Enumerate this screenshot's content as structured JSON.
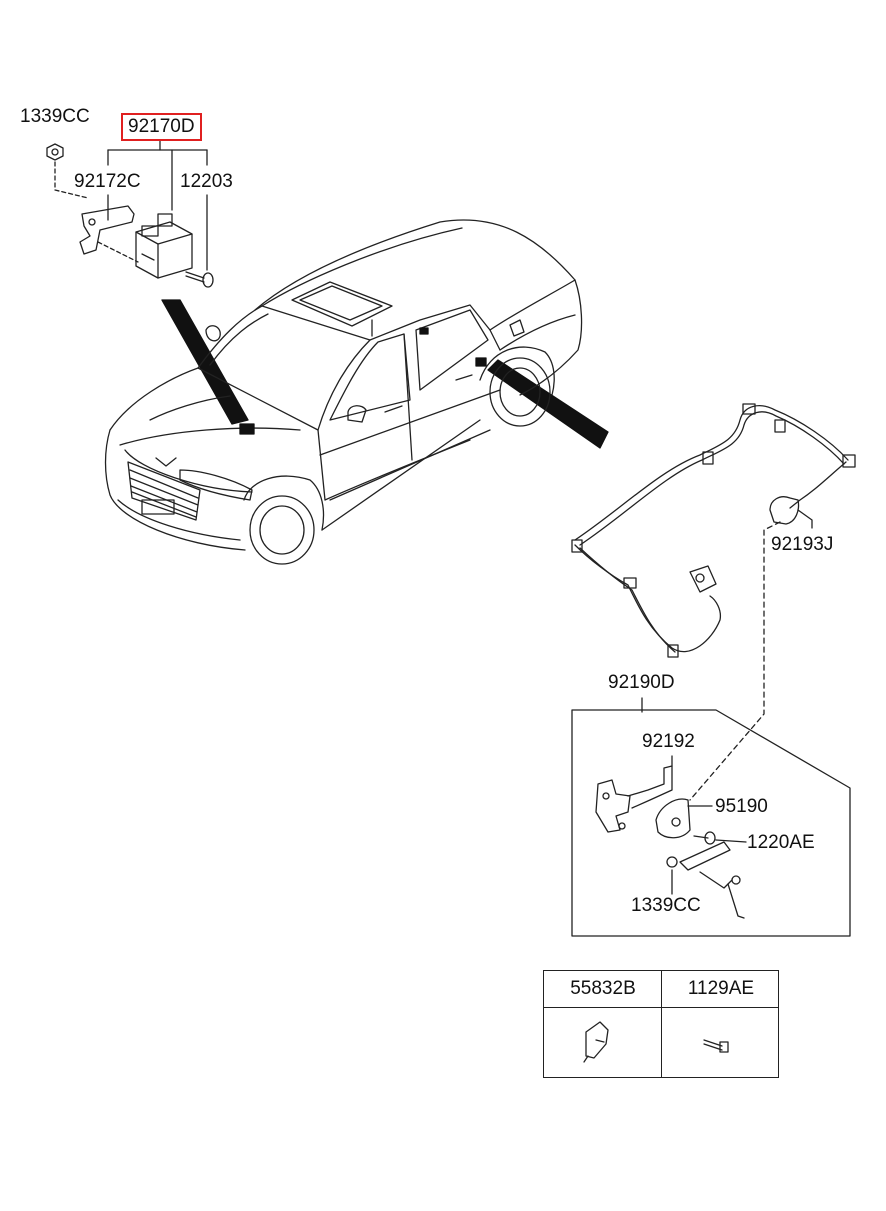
{
  "diagram": {
    "labels": {
      "top_left_nut": "1339CC",
      "module_assembly": "92170D",
      "bracket": "92172C",
      "bolt": "12203",
      "wiring_harness": "92193J",
      "sensor_assembly": "92190D",
      "sensor_bracket": "92192",
      "level_sensor": "95190",
      "sensor_bolt": "1220AE",
      "sensor_nut": "1339CC"
    },
    "highlighted_part": "92170D",
    "highlight_color": "#e02020",
    "parts_table": {
      "headers": [
        "55832B",
        "1129AE"
      ],
      "icons": [
        "bracket-clip-icon",
        "bolt-icon"
      ]
    }
  }
}
